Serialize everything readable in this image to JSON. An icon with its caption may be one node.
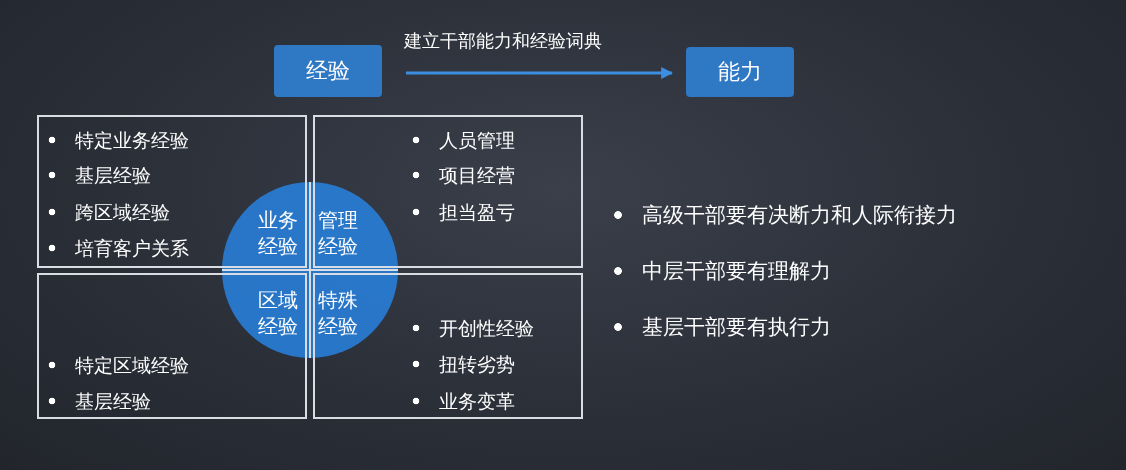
{
  "diagram": {
    "nodes": [
      {
        "text": [
          "经验"
        ]
      },
      {
        "text": [
          "能力"
        ]
      },
      {
        "text": [
          "特定业务经验",
          "基层经验",
          "跨区域经验",
          "培育客户关系"
        ]
      },
      {
        "text": [
          "人员管理",
          "项目经营",
          "担当盈亏"
        ]
      },
      {
        "text": [
          "特定区域经验",
          "基层经验"
        ]
      },
      {
        "text": [
          "开创性经验",
          "扭转劣势",
          "业务变革"
        ]
      },
      {
        "text": [
          "业务经验",
          "管理经验",
          "区域经验",
          "特殊经验"
        ]
      }
    ],
    "edges": [
      {
        "from": 0,
        "to": 1,
        "arrow": "to",
        "label": "建立干部能力和经验词典"
      }
    ],
    "labels": [
      "高级干部要有决断力和人际衔接力",
      "中层干部要有理解力",
      "基层干部要有执行力"
    ]
  }
}
